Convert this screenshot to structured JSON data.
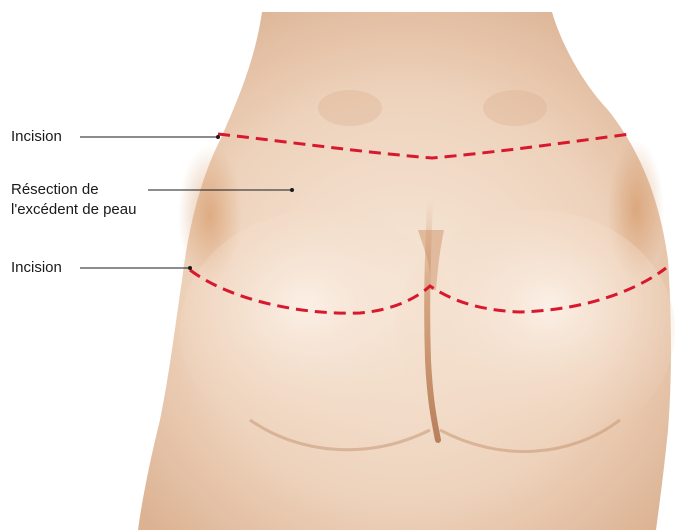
{
  "labels": {
    "upper_incision": "Incision",
    "resection_line1": "Résection de",
    "resection_line2": "l'excédent de peau",
    "lower_incision": "Incision"
  },
  "colors": {
    "incision_line": "#d8182e",
    "leader_line": "#1a1a1a",
    "skin_light": "#f5e3d3",
    "skin_mid": "#e9c7ab",
    "skin_shadow": "#d2a078",
    "background": "#ffffff"
  }
}
